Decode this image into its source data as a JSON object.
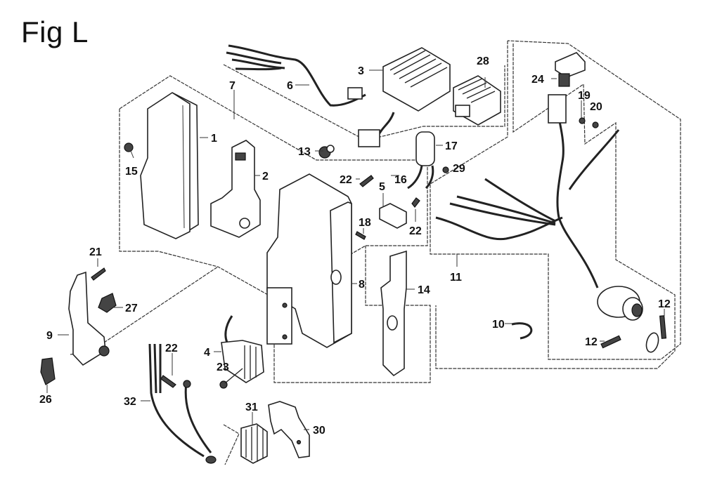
{
  "figure": {
    "title": "Fig L"
  },
  "callouts": [
    {
      "id": "c1",
      "label": "1",
      "part": "control-box-cover"
    },
    {
      "id": "c2",
      "label": "2",
      "part": "bracket"
    },
    {
      "id": "c3",
      "label": "3",
      "part": "regulator-rectifier"
    },
    {
      "id": "c4",
      "label": "4",
      "part": "rectifier-small"
    },
    {
      "id": "c5",
      "label": "5",
      "part": "plate-stay"
    },
    {
      "id": "c6",
      "label": "6",
      "part": "wire-sub-harness"
    },
    {
      "id": "c7",
      "label": "7",
      "part": "control-box-assy"
    },
    {
      "id": "c8",
      "label": "8",
      "part": "control-box-case"
    },
    {
      "id": "c9",
      "label": "9",
      "part": "stay-bracket"
    },
    {
      "id": "c10",
      "label": "10",
      "part": "wire-clip"
    },
    {
      "id": "c11",
      "label": "11",
      "part": "main-wire-harness"
    },
    {
      "id": "c12a",
      "label": "12",
      "part": "band"
    },
    {
      "id": "c12b",
      "label": "12",
      "part": "band"
    },
    {
      "id": "c13",
      "label": "13",
      "part": "grommet"
    },
    {
      "id": "c14",
      "label": "14",
      "part": "plate"
    },
    {
      "id": "c15",
      "label": "15",
      "part": "screw"
    },
    {
      "id": "c16",
      "label": "16",
      "part": "condenser-lead"
    },
    {
      "id": "c17",
      "label": "17",
      "part": "condenser"
    },
    {
      "id": "c18",
      "label": "18",
      "part": "bolt"
    },
    {
      "id": "c19",
      "label": "19",
      "part": "washer"
    },
    {
      "id": "c20",
      "label": "20",
      "part": "nut"
    },
    {
      "id": "c21",
      "label": "21",
      "part": "bolt"
    },
    {
      "id": "c22a",
      "label": "22",
      "part": "screw"
    },
    {
      "id": "c22b",
      "label": "22",
      "part": "screw"
    },
    {
      "id": "c22c",
      "label": "22",
      "part": "screw"
    },
    {
      "id": "c23",
      "label": "23",
      "part": "screw"
    },
    {
      "id": "c24",
      "label": "24",
      "part": "fuse"
    },
    {
      "id": "c26",
      "label": "26",
      "part": "diode"
    },
    {
      "id": "c27",
      "label": "27",
      "part": "rectifier-mini"
    },
    {
      "id": "c28",
      "label": "28",
      "part": "regulator-alt"
    },
    {
      "id": "c29",
      "label": "29",
      "part": "nut-small"
    },
    {
      "id": "c30",
      "label": "30",
      "part": "stay"
    },
    {
      "id": "c31",
      "label": "31",
      "part": "rectifier-alt"
    },
    {
      "id": "c32",
      "label": "32",
      "part": "wire-harness-sub"
    }
  ]
}
